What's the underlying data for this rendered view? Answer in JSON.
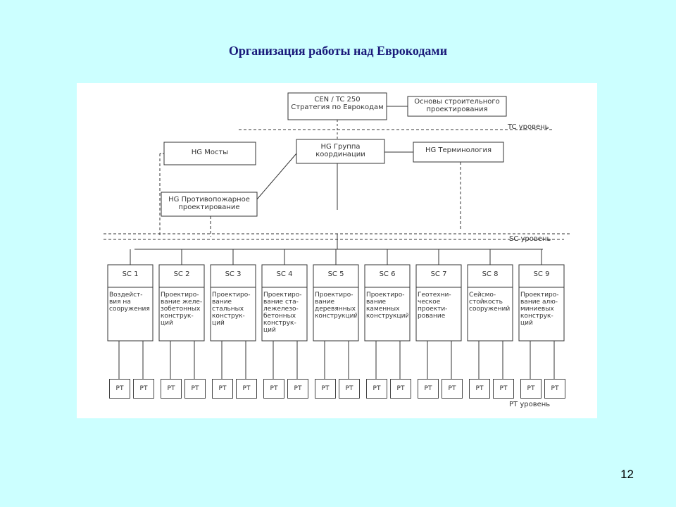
{
  "title": "Организация работы над Еврокодами",
  "page_number": "12",
  "diagram": {
    "cen": [
      "CEN / TC 250",
      "Стратегия по Еврокодам"
    ],
    "basis": [
      "Основы строительного",
      "проектирования"
    ],
    "tc_level": "TC уровень",
    "hg_bridges": "HG Мосты",
    "hg_coordination": [
      "HG Группа",
      "координации"
    ],
    "hg_terminology": "HG Терминология",
    "hg_fire": [
      "HG Противопожарное",
      "проектирование"
    ],
    "sc_level": "SC уровень",
    "pt_level": "PT уровень",
    "pt_label": "PT",
    "subcommittees": [
      {
        "code": "SC 1",
        "desc": "Воздейст-\nвия на\nсооружения"
      },
      {
        "code": "SC 2",
        "desc": "Проектиро-\nвание желе-\nзобетонных\nконструк-\nций"
      },
      {
        "code": "SC 3",
        "desc": "Проектиро-\nвание\nстальных\nконструк-\nций"
      },
      {
        "code": "SC 4",
        "desc": "Проектиро-\nвание ста-\nлежелезо-\nбетонных\nконструк-\nций"
      },
      {
        "code": "SC 5",
        "desc": "Проектиро-\nвание\nдеревянных\nконструкций"
      },
      {
        "code": "SC 6",
        "desc": "Проектиро-\nвание\nкаменных\nконструкций"
      },
      {
        "code": "SC 7",
        "desc": "Геотехни-\nческое\nпроекти-\nрование"
      },
      {
        "code": "SC 8",
        "desc": "Сейсмо-\nстойкость\nсооружений"
      },
      {
        "code": "SC 9",
        "desc": "Проектиро-\nвание алю-\nминиевых\nконструк-\nций"
      }
    ]
  }
}
